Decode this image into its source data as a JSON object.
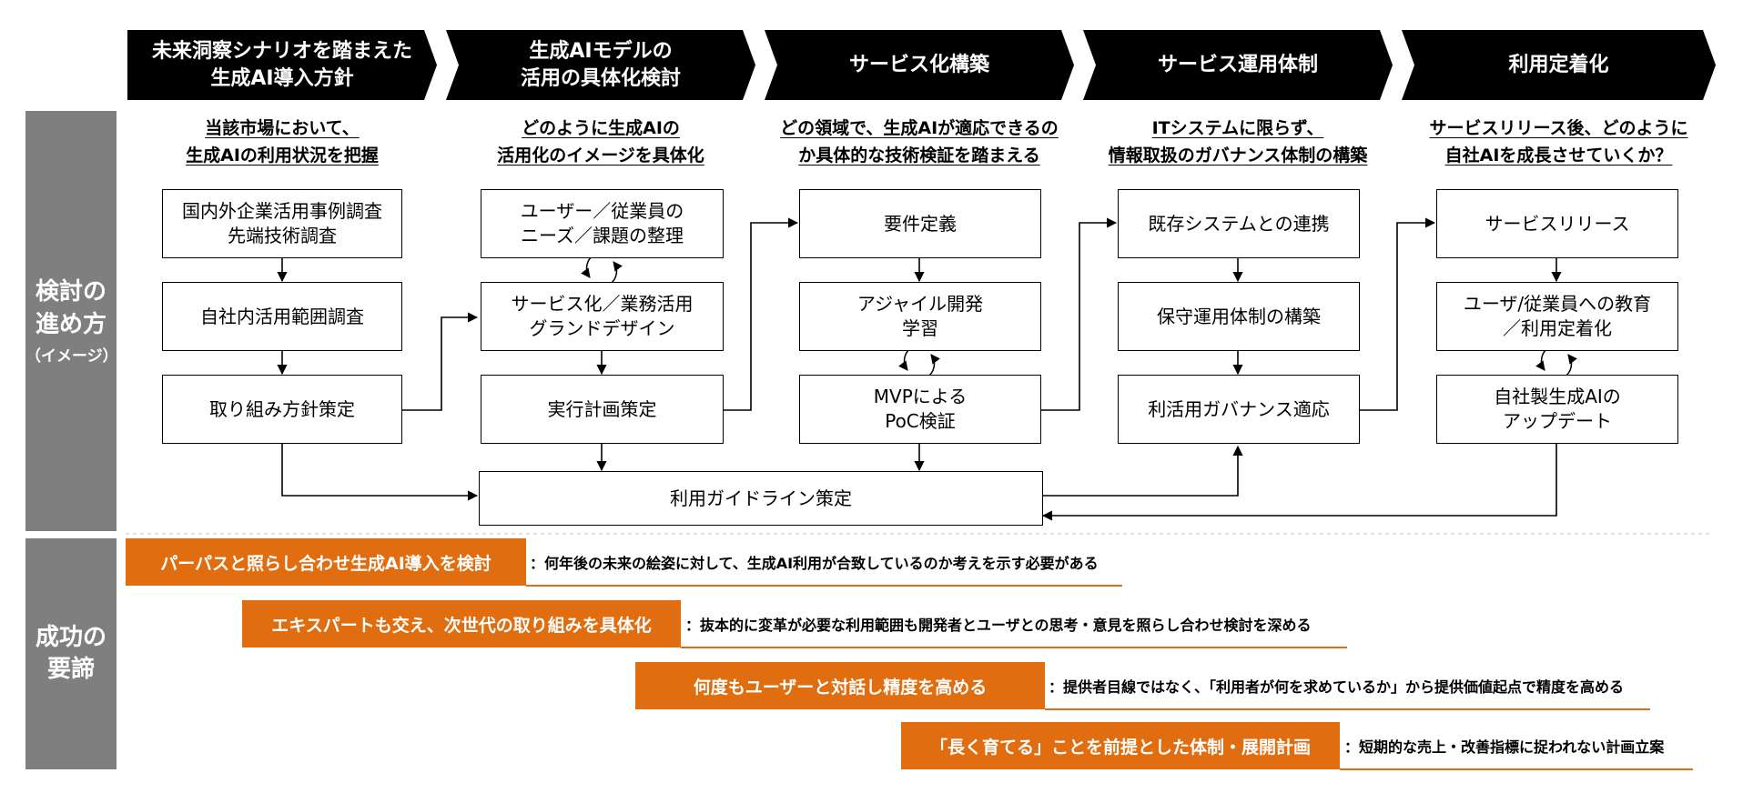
{
  "headers": [
    {
      "label": "未来洞察シナリオを踏まえた\n生成AI導入方針"
    },
    {
      "label": "生成AIモデルの\n活用の具体化検討"
    },
    {
      "label": "サービス化構築"
    },
    {
      "label": "サービス運用体制"
    },
    {
      "label": "利用定着化"
    }
  ],
  "side_labels": {
    "method_title": "検討の\n進め方",
    "method_note": "（イメージ）",
    "keys_title": "成功の\n要諦"
  },
  "subtitles": [
    "当該市場において、\n生成AIの利用状況を把握",
    "どのように生成AIの\n活用化のイメージを具体化",
    "どの領域で、生成AIが適応できるの\nか具体的な技術検証を踏まえる",
    "ITシステムに限らず、\n情報取扱のガバナンス体制の構築",
    "サービスリリース後、どのように\n自社AIを成長させていくか？"
  ],
  "steps": {
    "col1": [
      "国内外企業活用事例調査\n先端技術調査",
      "自社内活用範囲調査",
      "取り組み方針策定"
    ],
    "col2": [
      "ユーザー／従業員の\nニーズ／課題の整理",
      "サービス化／業務活用\nグランドデザイン",
      "実行計画策定"
    ],
    "col3": [
      "要件定義",
      "アジャイル開発\n学習",
      "MVPによる\nPoC検証"
    ],
    "col4": [
      "既存システムとの連携",
      "保守運用体制の構築",
      "利活用ガバナンス適応"
    ],
    "col5": [
      "サービスリリース",
      "ユーザ/従業員への教育\n／利用定着化",
      "自社製生成AIの\nアップデート"
    ],
    "guideline": "利用ガイドライン策定"
  },
  "success_keys": [
    {
      "title": "パーパスと照らし合わせ生成AI導入を検討",
      "desc": "：何年後の未来の絵姿に対して、生成AI利用が合致しているのか考えを示す必要がある"
    },
    {
      "title": "エキスパートも交え、次世代の取り組みを具体化",
      "desc": "：抜本的に変革が必要な利用範囲も開発者とユーザとの思考・意見を照らし合わせ検討を深める"
    },
    {
      "title": "何度もユーザーと対話し精度を高める",
      "desc": "：提供者目線ではなく、「利用者が何を求めているか」から提供価値起点で精度を高める"
    },
    {
      "title": "「長く育てる」ことを前提とした体制・展開計画",
      "desc": "：短期的な売上・改善指標に捉われない計画立案"
    }
  ],
  "colors": {
    "accent": "#e06d10",
    "side_panel": "#7f7f7f",
    "header_bg": "#000000"
  }
}
